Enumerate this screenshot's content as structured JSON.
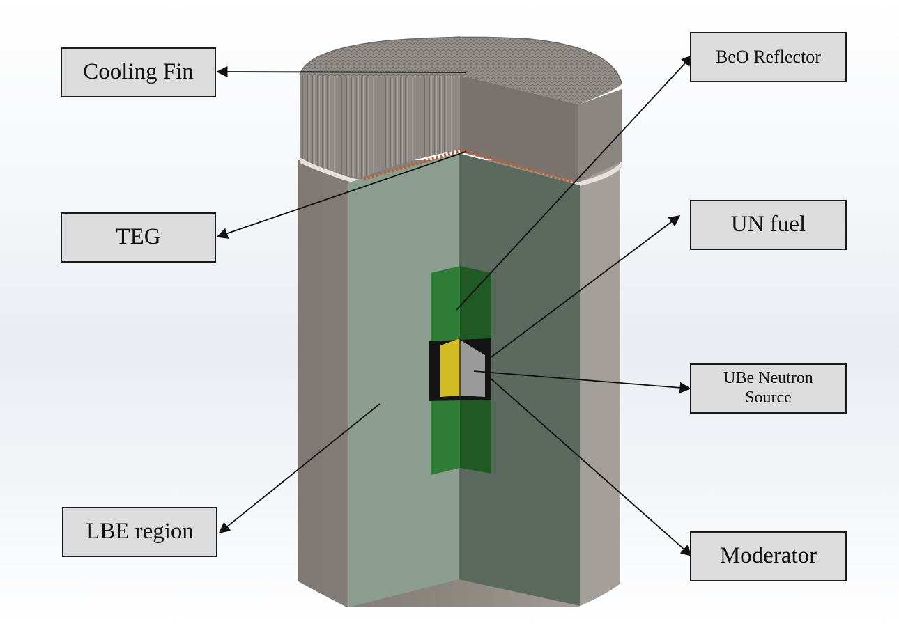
{
  "labels": {
    "cooling_fin": "Cooling Fin",
    "teg": "TEG",
    "lbe_region": "LBE region",
    "beo_reflector": "BeO Reflector",
    "un_fuel": "UN fuel",
    "ube_source_line1": "UBe Neutron",
    "ube_source_line2": "Source",
    "moderator": "Moderator"
  },
  "colors": {
    "fin_top": "#8f8a85",
    "shell_outer": "#8c857f",
    "shell_light": "#a39d97",
    "lbe_front": "#8c9e8f",
    "lbe_side": "#5b685e",
    "reflector_front": "#2f7c36",
    "reflector_side": "#1f5a25",
    "fuel_yellow": "#d0bd26",
    "moderator_black": "#141414",
    "teg_dots": "#b5623a",
    "label_fill": "#dcdcdc"
  }
}
